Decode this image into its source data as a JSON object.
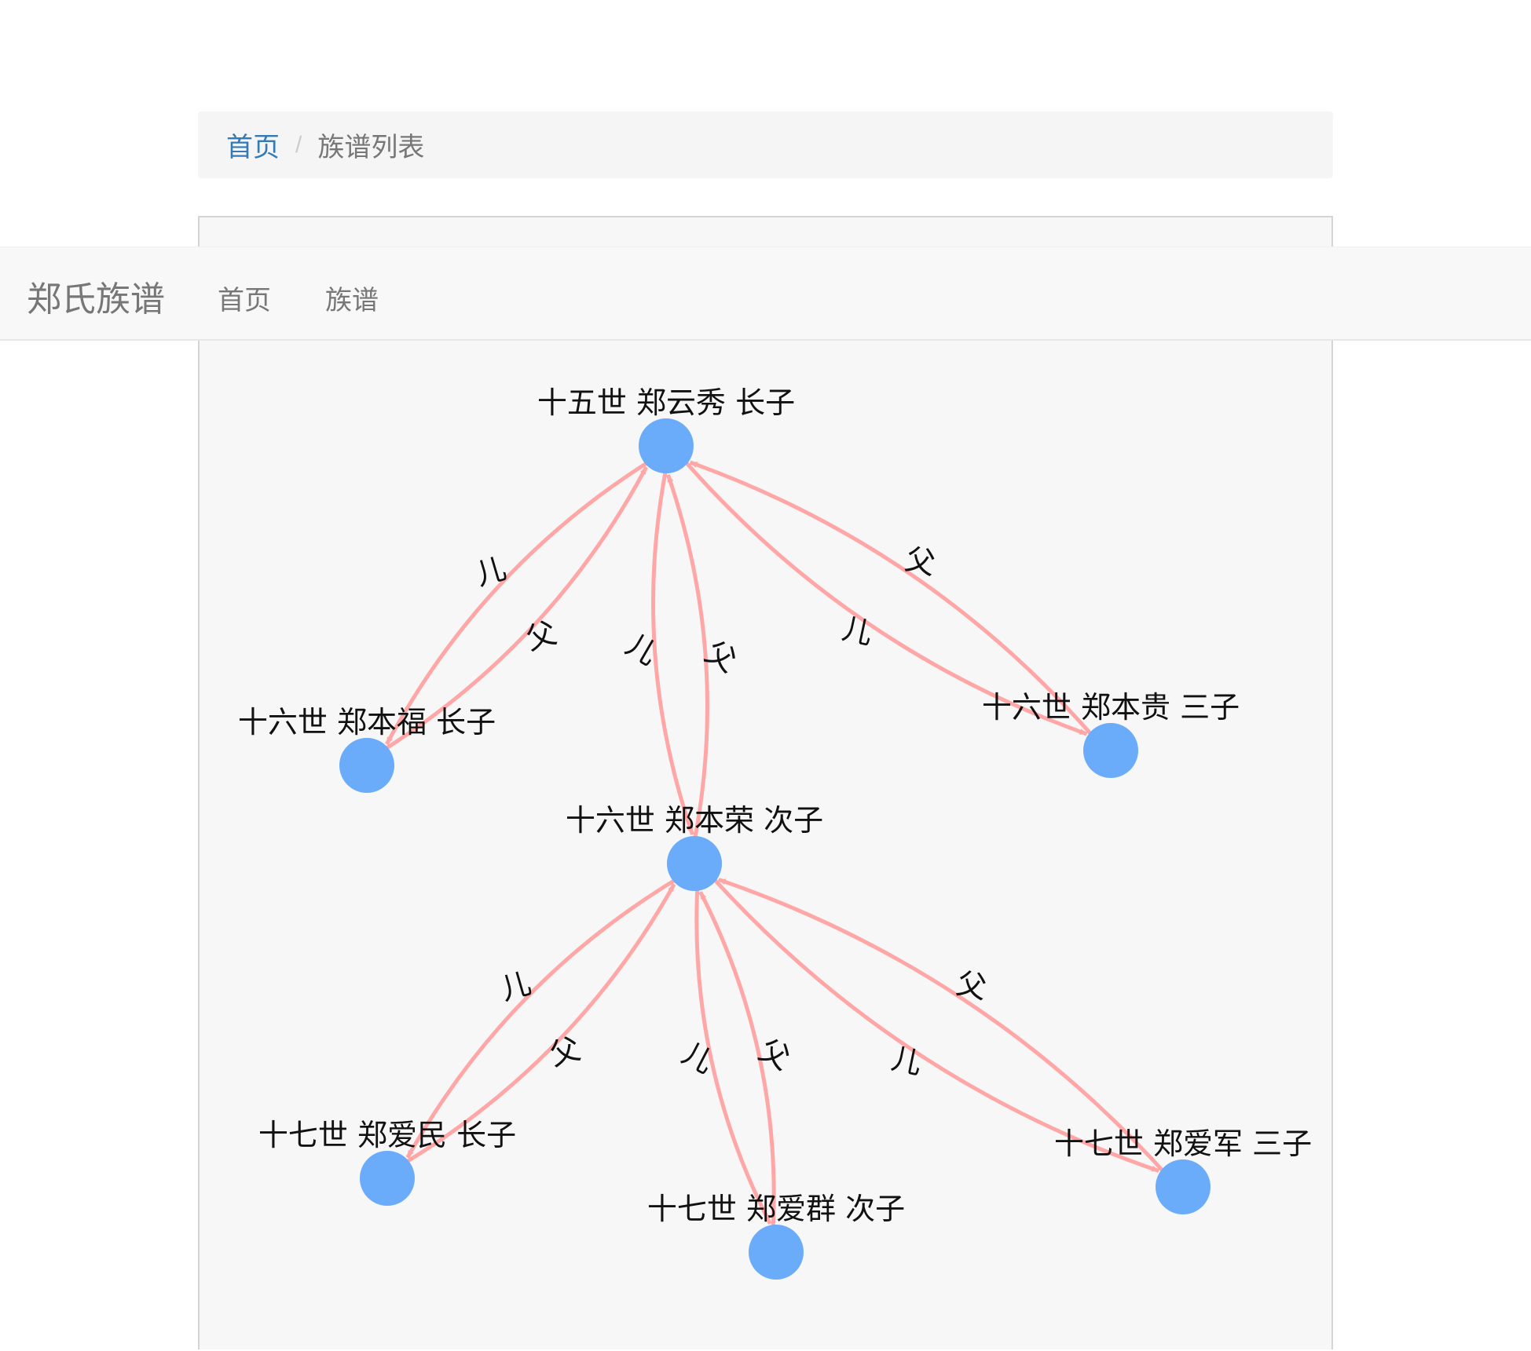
{
  "navbar": {
    "brand": "郑氏族谱",
    "items": [
      {
        "label": "首页"
      },
      {
        "label": "族谱"
      }
    ]
  },
  "breadcrumb": {
    "home": "首页",
    "separator": "/",
    "current": "族谱列表"
  },
  "colors": {
    "node": "#6aacfa",
    "edge": "#ffa7a7"
  },
  "graph": {
    "nodes": [
      {
        "id": "n15",
        "label": "十五世 郑云秀 长子"
      },
      {
        "id": "n16a",
        "label": "十六世 郑本福 长子"
      },
      {
        "id": "n16b",
        "label": "十六世 郑本荣 次子"
      },
      {
        "id": "n16c",
        "label": "十六世 郑本贵 三子"
      },
      {
        "id": "n17a",
        "label": "十七世 郑爱民 长子"
      },
      {
        "id": "n17b",
        "label": "十七世 郑爱群 次子"
      },
      {
        "id": "n17c",
        "label": "十七世 郑爱军 三子"
      }
    ],
    "edges": [
      {
        "from": "n15",
        "to": "n16a",
        "label": "儿"
      },
      {
        "from": "n16a",
        "to": "n15",
        "label": "父"
      },
      {
        "from": "n15",
        "to": "n16b",
        "label": "儿"
      },
      {
        "from": "n16b",
        "to": "n15",
        "label": "父"
      },
      {
        "from": "n15",
        "to": "n16c",
        "label": "儿"
      },
      {
        "from": "n16c",
        "to": "n15",
        "label": "父"
      },
      {
        "from": "n16b",
        "to": "n17a",
        "label": "儿"
      },
      {
        "from": "n17a",
        "to": "n16b",
        "label": "父"
      },
      {
        "from": "n16b",
        "to": "n17b",
        "label": "儿"
      },
      {
        "from": "n17b",
        "to": "n16b",
        "label": "父"
      },
      {
        "from": "n16b",
        "to": "n17c",
        "label": "儿"
      },
      {
        "from": "n17c",
        "to": "n16b",
        "label": "父"
      }
    ]
  }
}
